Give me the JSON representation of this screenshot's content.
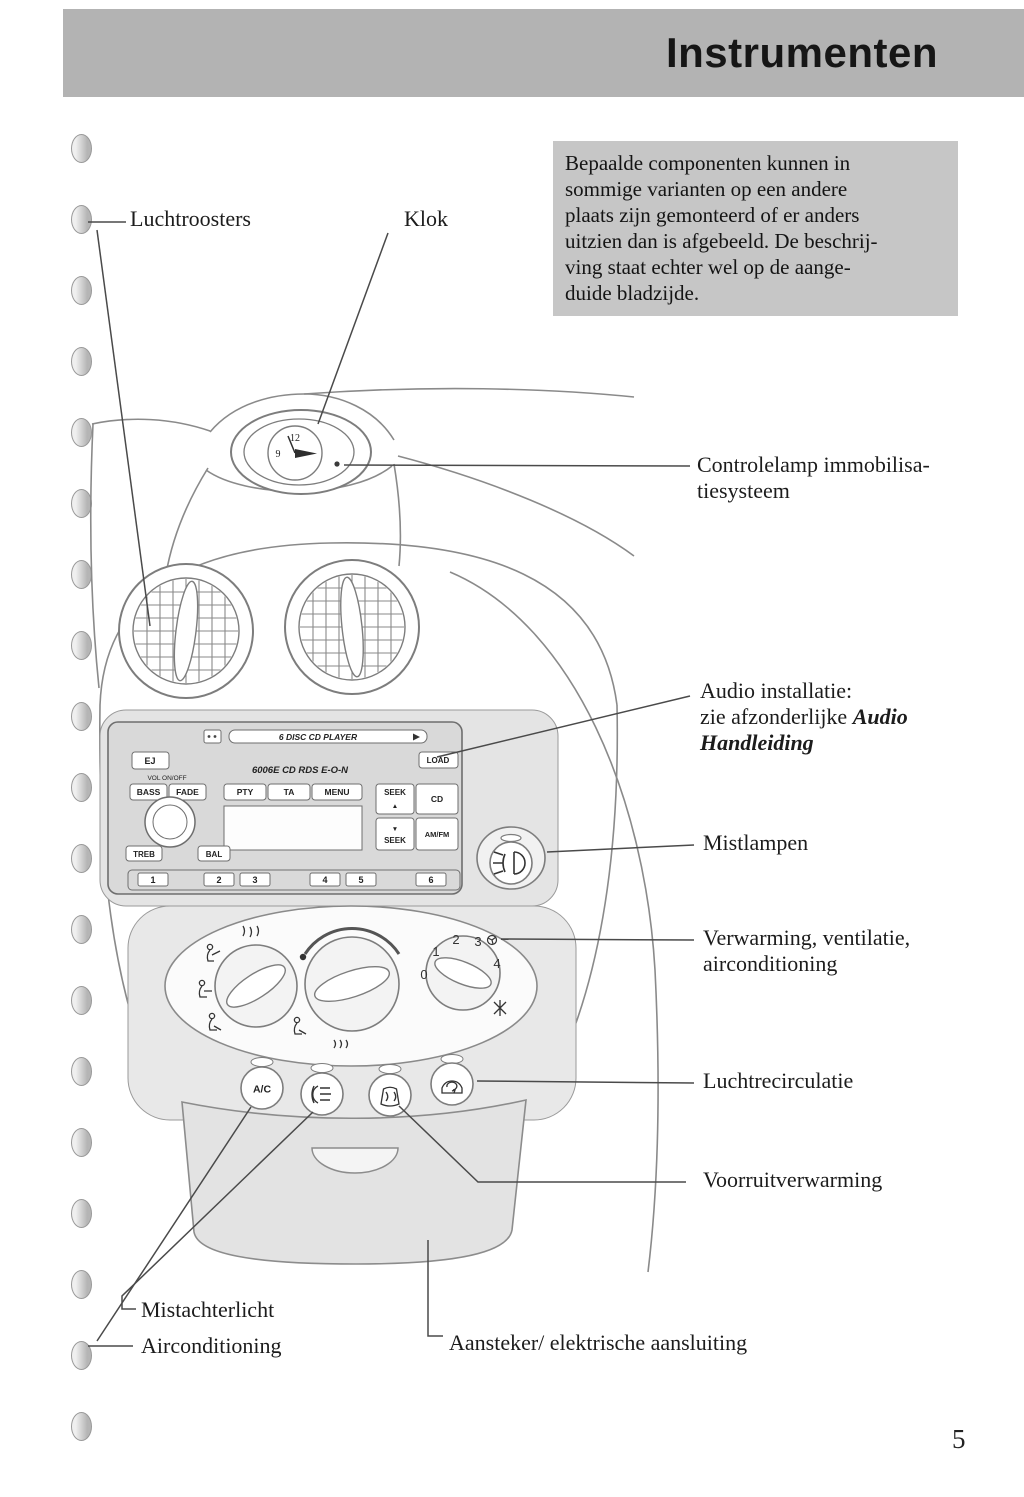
{
  "page": {
    "title": "Instrumenten",
    "page_number": "5"
  },
  "colors": {
    "header_bar": "#b3b3b3",
    "notice_box": "#c6c6c6",
    "line_art": "#8a8a8a",
    "text": "#1c1c1c"
  },
  "notice": {
    "lines": [
      "Bepaalde componenten kunnen in",
      "sommige varianten op een andere",
      "plaats zijn gemonteerd of er anders",
      "uitzien dan is afgebeeld. De beschrij-",
      "ving staat echter wel op de aange-",
      "duide bladzijde."
    ]
  },
  "callouts": {
    "luchtroosters": "Luchtroosters",
    "klok": "Klok",
    "controlelamp": {
      "line1": "Controlelamp immobilisa-",
      "line2": "tiesysteem"
    },
    "audio": {
      "line1": "Audio installatie:",
      "line2_prefix": "zie afzonderlijke ",
      "line2_em": "Audio",
      "line3_em": "Handleiding"
    },
    "mistlampen": "Mistlampen",
    "verwarming": {
      "line1": "Verwarming, ventilatie,",
      "line2": "airconditioning"
    },
    "luchtrecirculatie": "Luchtrecirculatie",
    "voorruitverwarming": "Voorruitverwarming",
    "mistachterlicht": "Mistachterlicht",
    "airconditioning": "Airconditioning",
    "aansteker": "Aansteker/ elektrische aansluiting"
  },
  "illustration": {
    "clock": {
      "twelve": "12",
      "nine": "9"
    },
    "radio": {
      "slot_text": "6 DISC CD PLAYER",
      "model_text": "6006E  CD RDS E-O-N",
      "vol_text": "VOL ON/OFF",
      "eject": "EJ",
      "load": "LOAD",
      "bass": "BASS",
      "fade": "FADE",
      "treb": "TREB",
      "bal": "BAL",
      "pty": "PTY",
      "ta": "TA",
      "menu": "MENU",
      "seek": "SEEK",
      "seek_up_arrow": "▲",
      "seek_down_arrow": "▼",
      "cd": "CD",
      "amfm": "AM/FM",
      "presets": [
        "1",
        "2",
        "3",
        "4",
        "5",
        "6"
      ]
    },
    "climate": {
      "ac": "A/C",
      "fan_positions": [
        "0",
        "1",
        "2",
        "3",
        "4"
      ]
    }
  }
}
